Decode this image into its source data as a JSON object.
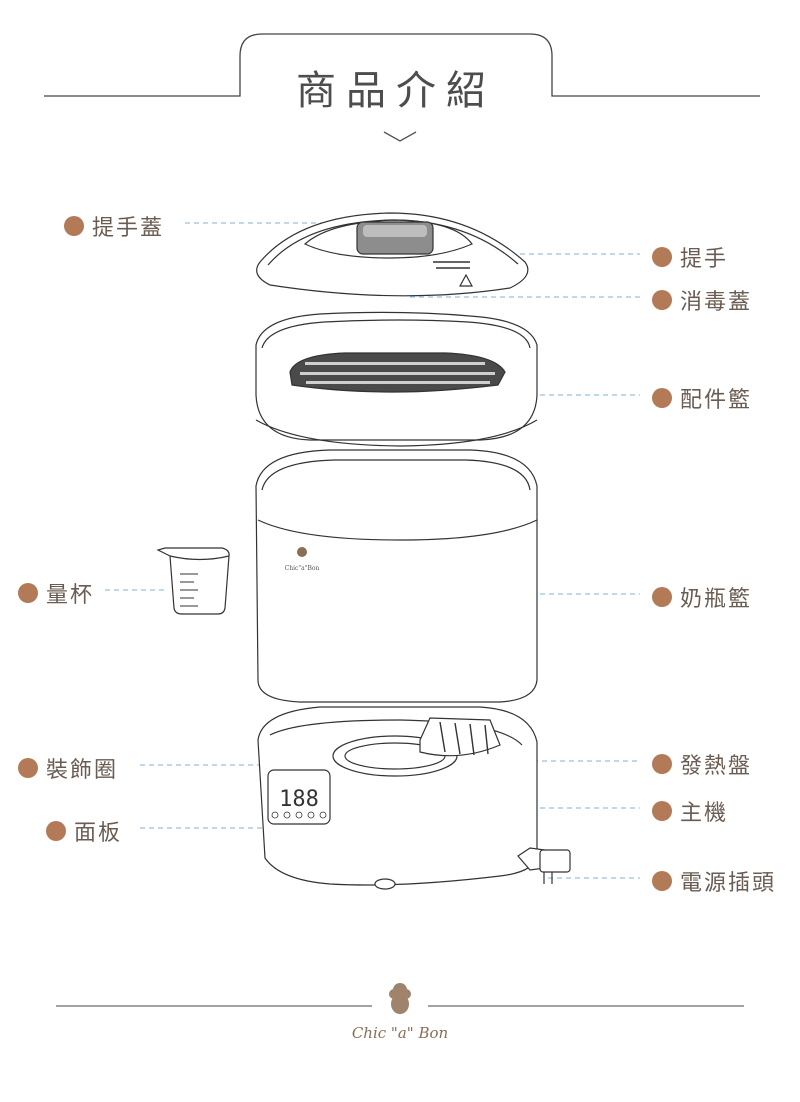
{
  "header": {
    "title": "商品介紹"
  },
  "labels": {
    "lid_handle_cover": "提手蓋",
    "handle": "提手",
    "sterilizer_lid": "消毒蓋",
    "accessory_basket": "配件籃",
    "measuring_cup": "量杯",
    "bottle_basket": "奶瓶籃",
    "decor_ring": "裝飾圈",
    "heating_plate": "發熱盤",
    "panel": "面板",
    "main_unit": "主機",
    "power_plug": "電源插頭"
  },
  "device": {
    "display_reading": "188",
    "brand_mark": "Chic\"a\"Bon"
  },
  "footer": {
    "brand": "Chic \"a\" Bon"
  },
  "colors": {
    "accent": "#b37a57",
    "line": "#6fa9d6",
    "outline": "#333333"
  }
}
